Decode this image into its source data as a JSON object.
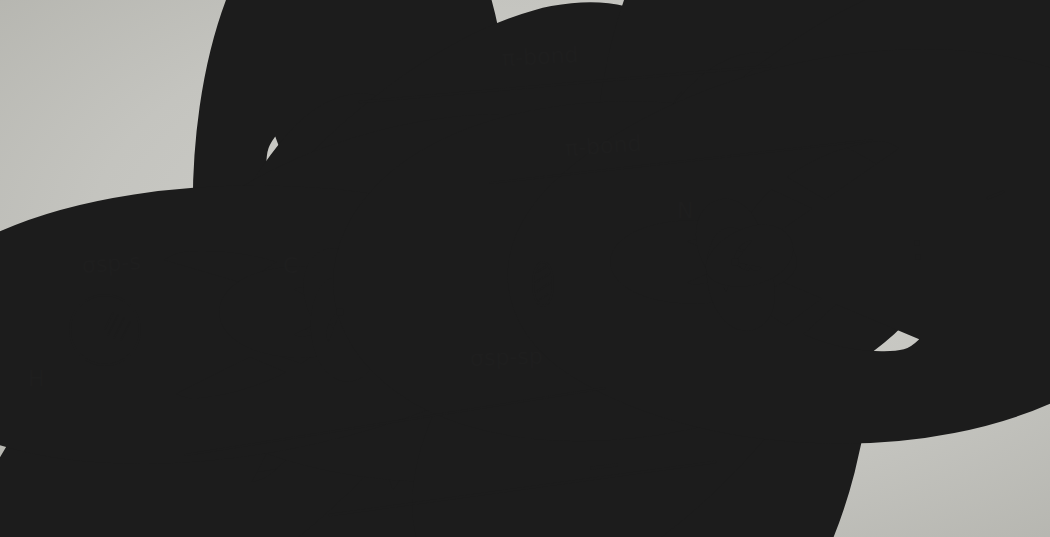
{
  "diagram": {
    "labels": [
      "π-bond",
      "π-bond",
      "σsp-s",
      "σsp-sp",
      "C",
      "N",
      "H"
    ]
  }
}
